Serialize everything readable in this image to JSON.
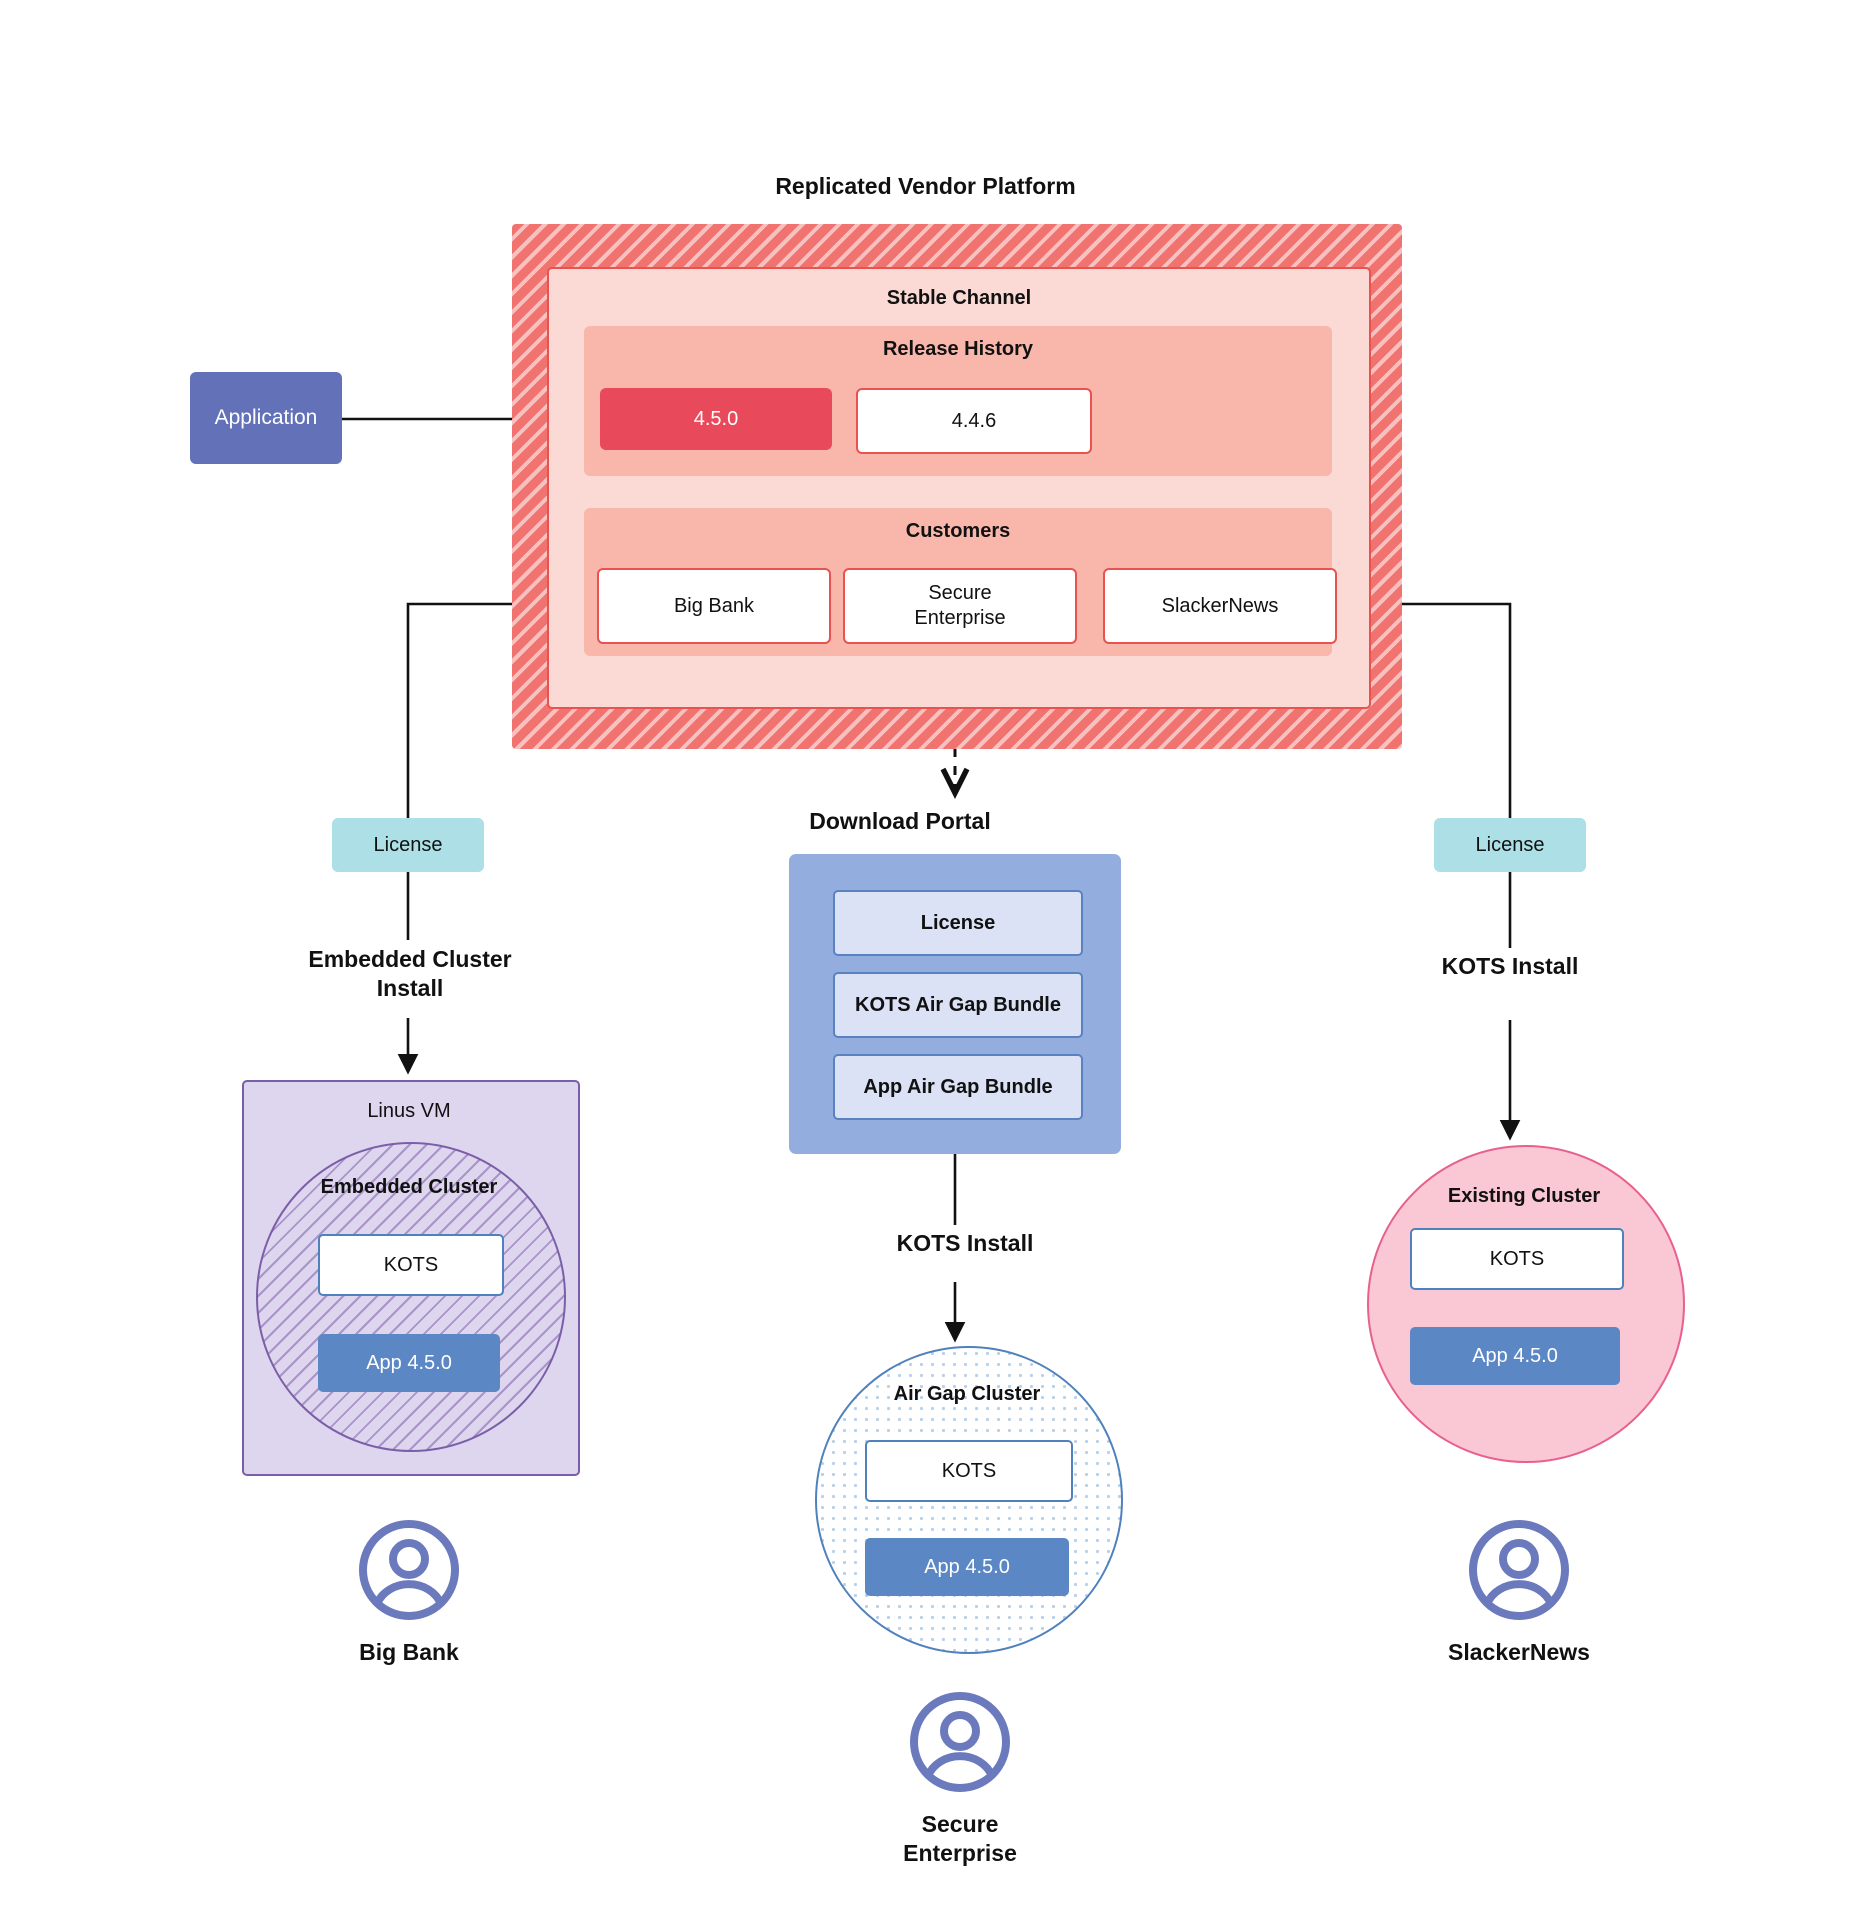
{
  "diagram": {
    "title": "Replicated Vendor Platform",
    "application_box": {
      "label": "Application"
    },
    "stable_channel": {
      "title": "Stable Channel",
      "release_history": {
        "title": "Release History",
        "releases": [
          {
            "version": "4.5.0",
            "state": "current"
          },
          {
            "version": "4.4.6",
            "state": "previous"
          }
        ]
      },
      "customers": {
        "title": "Customers",
        "items": [
          {
            "name": "Big Bank"
          },
          {
            "name": "Secure\nEnterprise"
          },
          {
            "name": "SlackerNews"
          }
        ]
      }
    },
    "license_left": {
      "label": "License"
    },
    "license_right": {
      "label": "License"
    },
    "download_portal": {
      "title": "Download  Portal",
      "items": [
        {
          "label": "License"
        },
        {
          "label": "KOTS Air Gap Bundle"
        },
        {
          "label": "App Air Gap Bundle"
        }
      ]
    },
    "flows": {
      "embedded_install": "Embedded Cluster\nInstall",
      "kots_install_middle": "KOTS Install",
      "kots_install_right": "KOTS Install"
    },
    "left_branch": {
      "vm_title": "Linus VM",
      "cluster_title": "Embedded Cluster",
      "kots_label": "KOTS",
      "app_label": "App 4.5.0",
      "persona_name": "Big Bank",
      "persona_icon": "user-avatar-icon"
    },
    "middle_branch": {
      "cluster_title": "Air Gap Cluster",
      "kots_label": "KOTS",
      "app_label": "App 4.5.0",
      "persona_name": "Secure\nEnterprise",
      "persona_icon": "user-avatar-icon"
    },
    "right_branch": {
      "cluster_title": "Existing Cluster",
      "kots_label": "KOTS",
      "app_label": "App 4.5.0",
      "persona_name": "SlackerNews",
      "persona_icon": "user-avatar-icon"
    },
    "colors": {
      "vendor_platform_hatch": "#f0736f",
      "stable_channel_bg": "#fbd9d4",
      "section_bg": "#f9b7ac",
      "release_current": "#e84a5b",
      "red_border": "#e8524f",
      "application_purple": "#6271b8",
      "license_cyan": "#addfe6",
      "portal_blue": "#93aede",
      "portal_item_blue": "#dbe2f5",
      "app_blue": "#5b87c5",
      "kots_border_blue": "#4f81bd",
      "vm_purple": "#ded5ee",
      "vm_border_purple": "#7b5ea8",
      "existing_cluster_pink": "#fac7d4",
      "existing_cluster_border": "#e8608e",
      "persona_icon": "#6b79bd"
    }
  }
}
